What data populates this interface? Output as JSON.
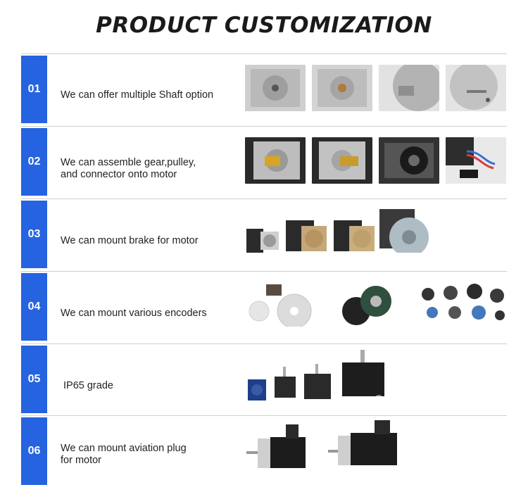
{
  "title": "PRODUCT CUSTOMIZATION",
  "rows": [
    {
      "num": "01",
      "lines": [
        "We can offer multiple Shaft option"
      ]
    },
    {
      "num": "02",
      "lines": [
        "We can assemble gear,pulley,",
        "and connector onto motor"
      ]
    },
    {
      "num": "03",
      "lines": [
        "We can mount brake for motor"
      ]
    },
    {
      "num": "04",
      "lines": [
        "We can mount various encoders"
      ]
    },
    {
      "num": "05",
      "lines": [
        "IP65 grade"
      ]
    },
    {
      "num": "06",
      "lines": [
        "We can mount aviation plug",
        "for motor"
      ]
    }
  ],
  "colors": {
    "accent": "#2563e0",
    "divider": "#cfcfcf"
  }
}
